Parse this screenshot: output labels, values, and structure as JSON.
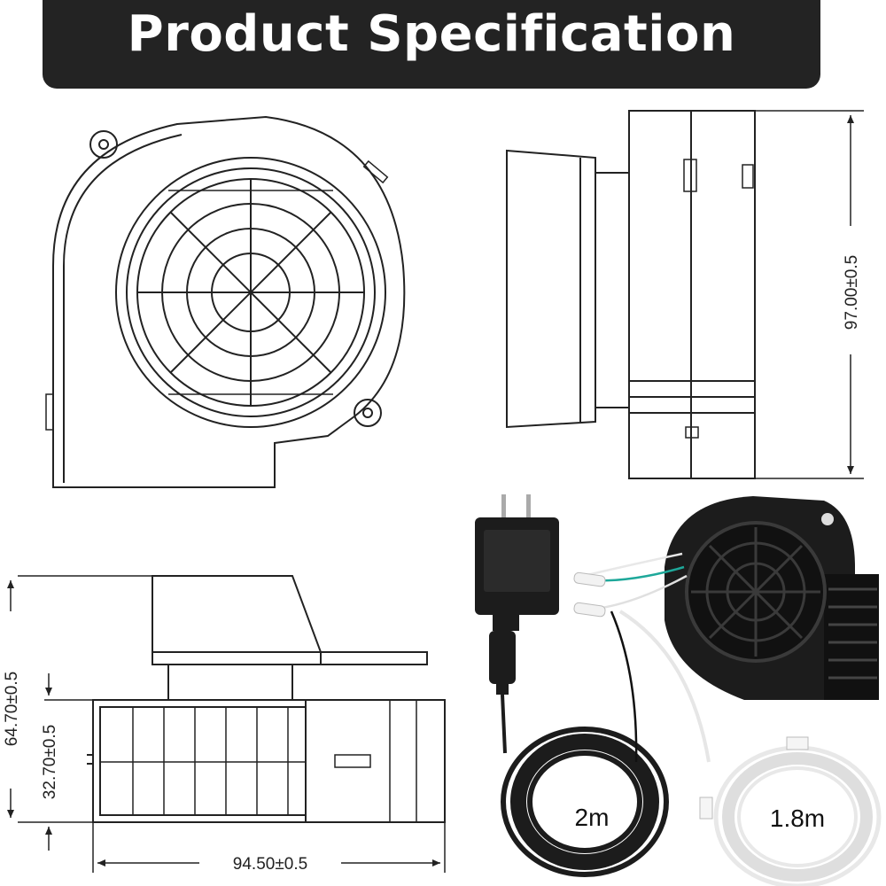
{
  "header": {
    "title": "Product Specification"
  },
  "dimensions": {
    "height": "97.00±0.5",
    "total_depth": "64.70±0.5",
    "body_depth": "32.70±0.5",
    "width": "94.50±0.5"
  },
  "cables": {
    "power_cable_length": "2m",
    "led_cable_length": "1.8m"
  },
  "colors": {
    "banner": "#232323",
    "line": "#222222",
    "product": "#1c1c1c"
  }
}
